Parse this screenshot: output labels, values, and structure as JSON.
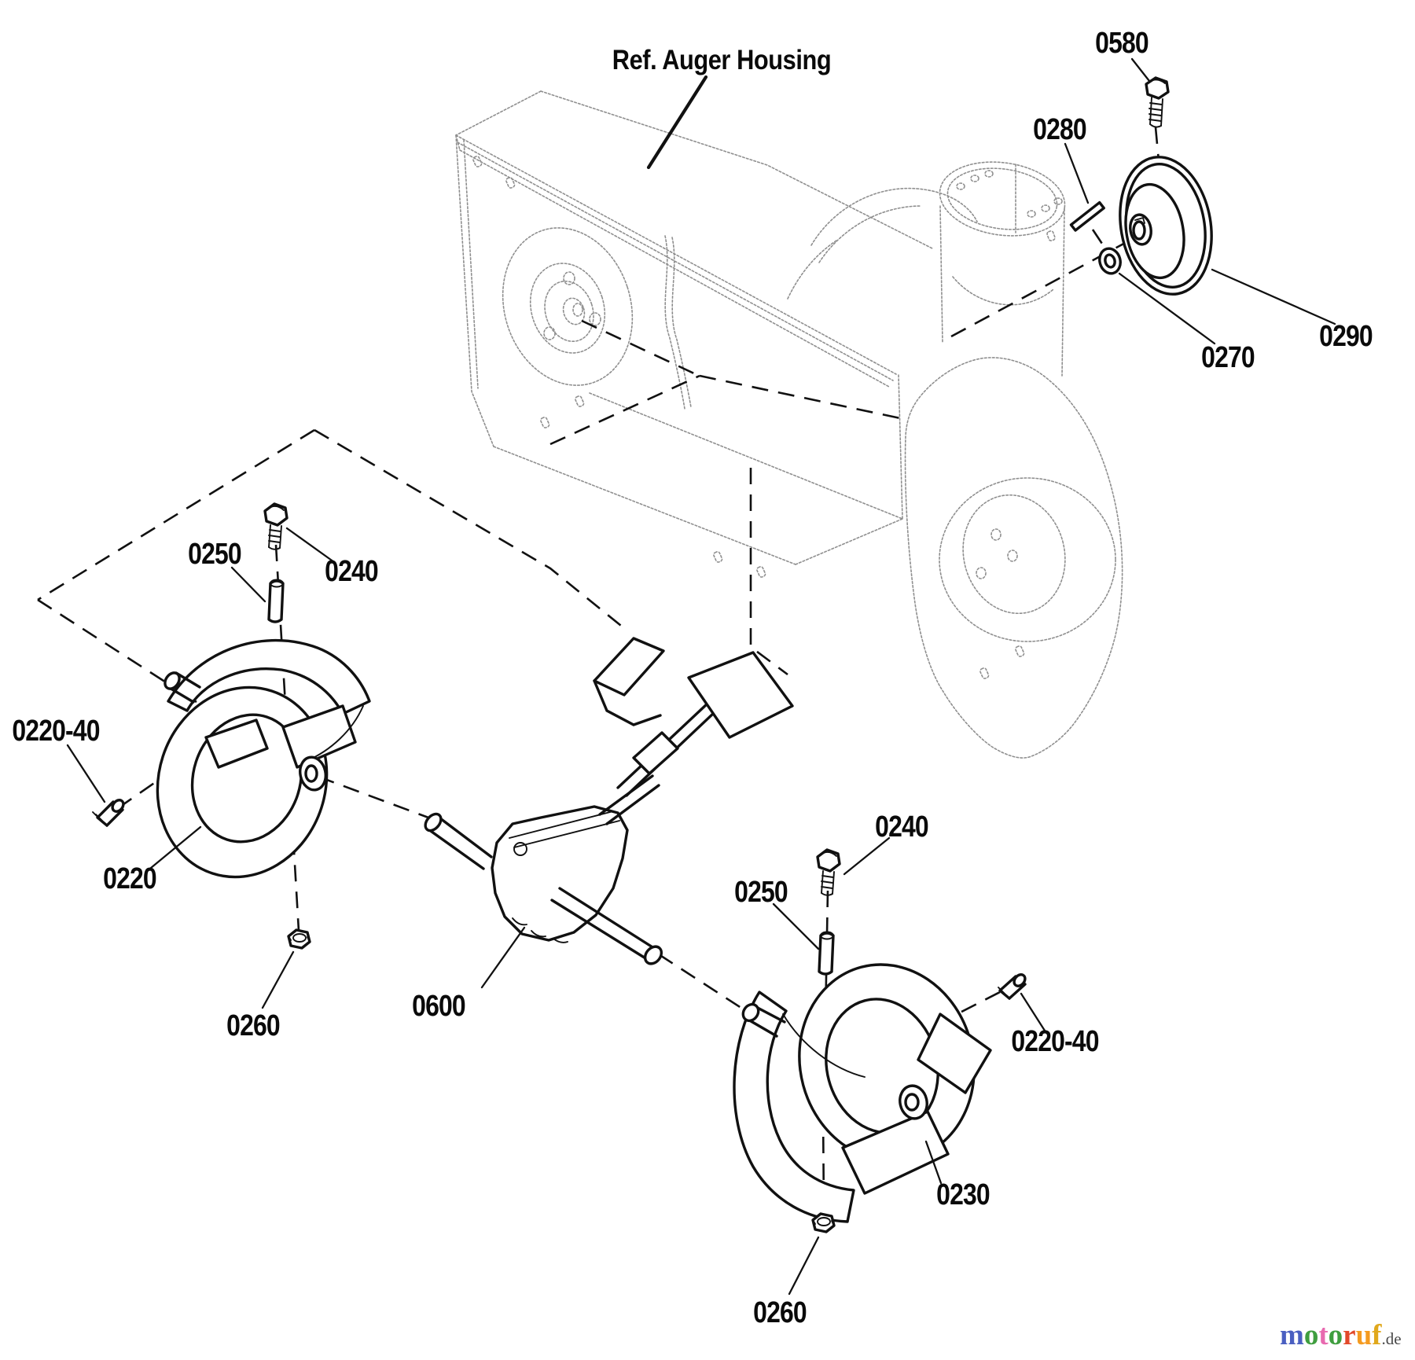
{
  "diagram": {
    "reference_label": "Ref. Auger Housing",
    "callouts": [
      {
        "id": "0580",
        "text": "0580"
      },
      {
        "id": "0280",
        "text": "0280"
      },
      {
        "id": "0270",
        "text": "0270"
      },
      {
        "id": "0290",
        "text": "0290"
      },
      {
        "id": "0250-left",
        "text": "0250"
      },
      {
        "id": "0240-left",
        "text": "0240"
      },
      {
        "id": "0220-40-left",
        "text": "0220-40"
      },
      {
        "id": "0220",
        "text": "0220"
      },
      {
        "id": "0260-left",
        "text": "0260"
      },
      {
        "id": "0600",
        "text": "0600"
      },
      {
        "id": "0240-right",
        "text": "0240"
      },
      {
        "id": "0250-right",
        "text": "0250"
      },
      {
        "id": "0220-40-right",
        "text": "0220-40"
      },
      {
        "id": "0230",
        "text": "0230"
      },
      {
        "id": "0260-bottom",
        "text": "0260"
      }
    ]
  },
  "watermark": {
    "letters": [
      {
        "ch": "m",
        "color": "#4a5fc1"
      },
      {
        "ch": "o",
        "color": "#3f9e3f"
      },
      {
        "ch": "t",
        "color": "#e86ab0"
      },
      {
        "ch": "o",
        "color": "#3f9e3f"
      },
      {
        "ch": "r",
        "color": "#e2492a"
      },
      {
        "ch": "u",
        "color": "#f59b20"
      },
      {
        "ch": "f",
        "color": "#e0a81c"
      }
    ],
    "suffix": ".de",
    "suffix_color": "#4a4a4a"
  }
}
